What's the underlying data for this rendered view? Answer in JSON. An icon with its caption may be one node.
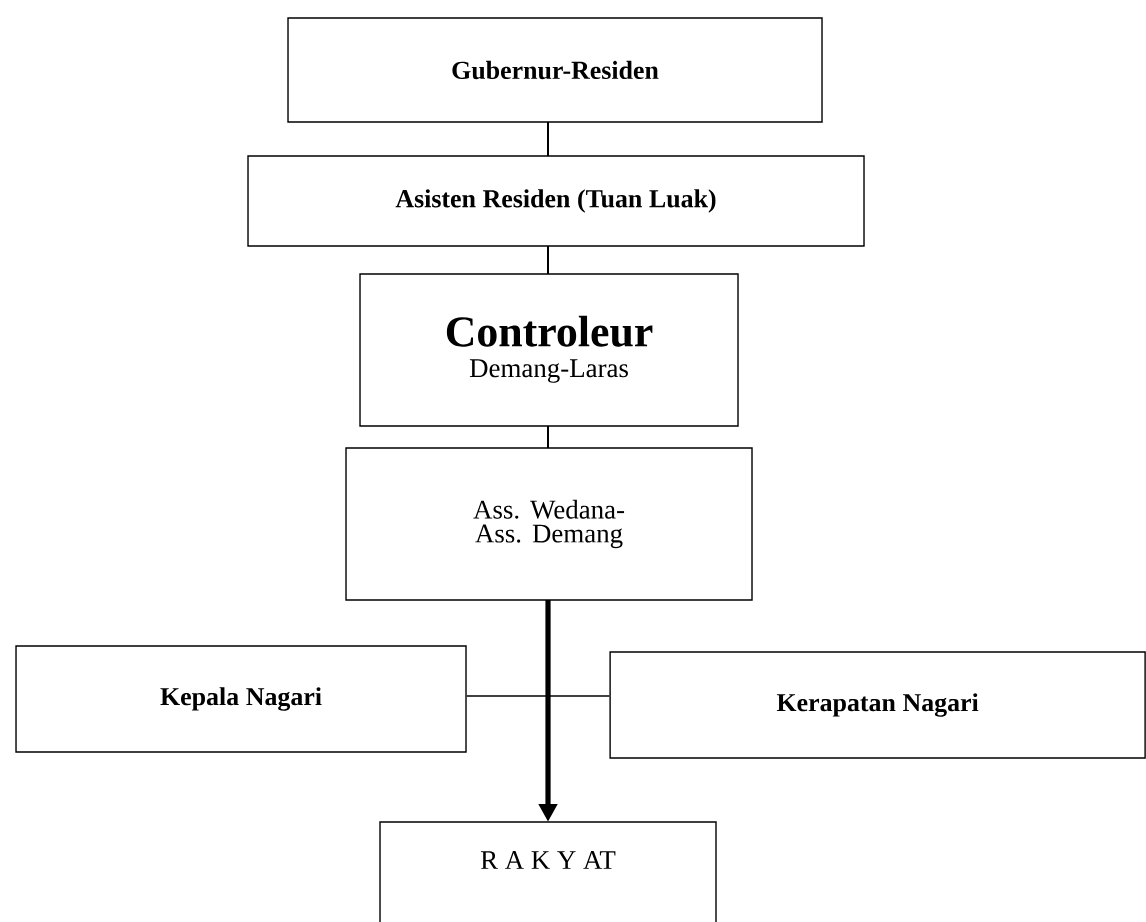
{
  "diagram": {
    "nodes": [
      {
        "text": [
          "Gubernur-Residen"
        ]
      },
      {
        "text": [
          "Asisten Residen (Tuan Luak)"
        ]
      },
      {
        "text": [
          "Controleur",
          "Demang-Laras"
        ]
      },
      {
        "text": [
          "Ass. Wedana- Ass. Demang"
        ]
      },
      {
        "text": [
          "Kepala Nagari"
        ]
      },
      {
        "text": [
          "Kerapatan Nagari"
        ]
      },
      {
        "text": [
          "R A K Y AT"
        ]
      }
    ],
    "edges": [
      {
        "from": 0,
        "to": 1,
        "arrow": "none"
      },
      {
        "from": 1,
        "to": 2,
        "arrow": "none"
      },
      {
        "from": 2,
        "to": 3,
        "arrow": "none"
      },
      {
        "from": 3,
        "to": 6,
        "arrow": "to",
        "style": "thick"
      },
      {
        "from": 4,
        "to": 5,
        "arrow": "none"
      }
    ]
  }
}
